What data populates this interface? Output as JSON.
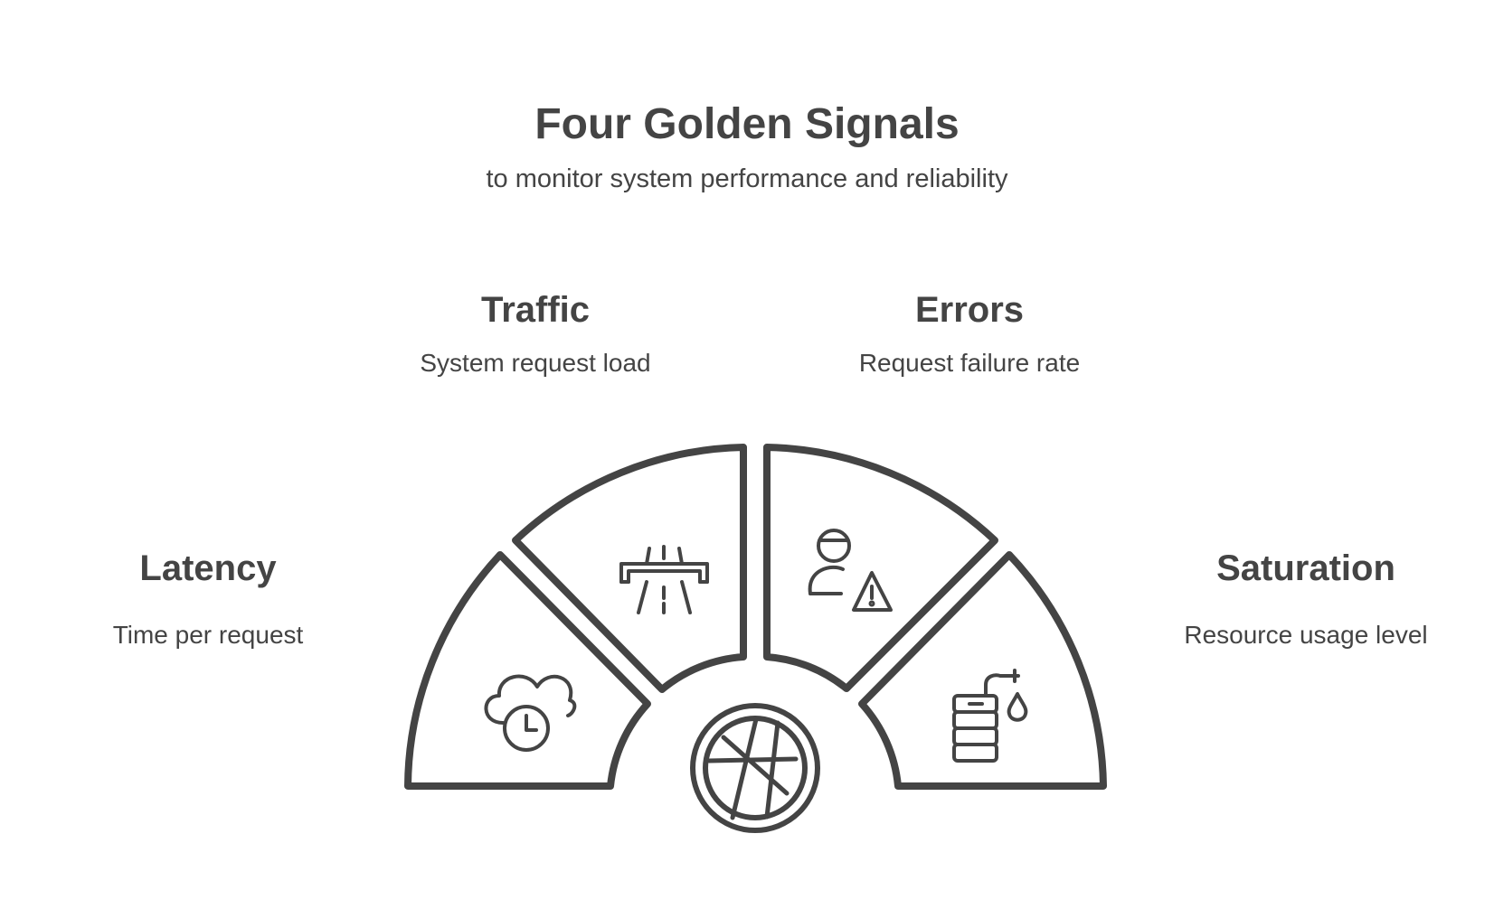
{
  "header": {
    "title": "Four Golden Signals",
    "subtitle": "to monitor system performance and reliability"
  },
  "signals": [
    {
      "name": "Latency",
      "description": "Time per request",
      "icon": "cloud-clock-icon"
    },
    {
      "name": "Traffic",
      "description": "System request load",
      "icon": "highway-road-icon"
    },
    {
      "name": "Errors",
      "description": "Request failure rate",
      "icon": "user-warning-icon"
    },
    {
      "name": "Saturation",
      "description": "Resource usage level",
      "icon": "server-drop-icon"
    }
  ],
  "center": {
    "icon": "globe-icon"
  },
  "colors": {
    "ink": "#444444",
    "background": "#ffffff"
  }
}
